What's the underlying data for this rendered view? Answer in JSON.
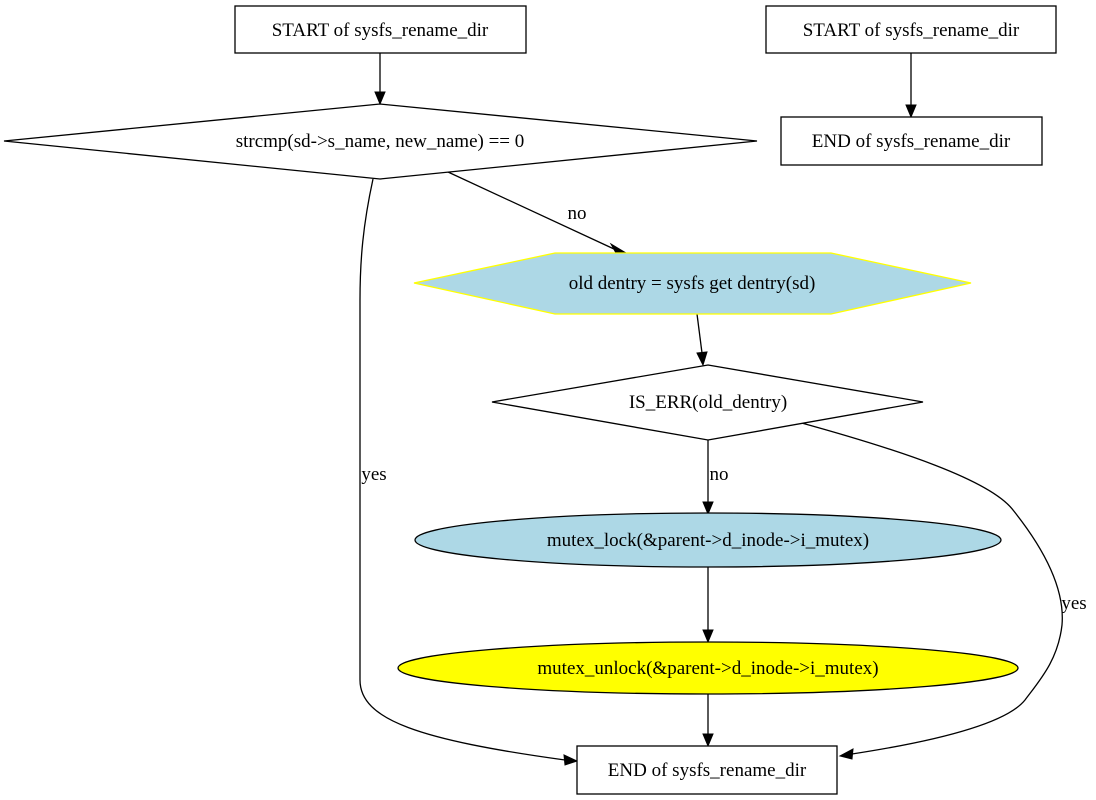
{
  "diagram": {
    "nodes": [
      {
        "id": "start_main",
        "label": "START of sysfs_rename_dir",
        "shape": "box",
        "fill": "#ffffff",
        "stroke": "#000000"
      },
      {
        "id": "cond_strcmp",
        "label": "strcmp(sd->s_name, new_name) == 0",
        "shape": "diamond",
        "fill": "#ffffff",
        "stroke": "#000000"
      },
      {
        "id": "old_dentry",
        "label": "old  dentry = sysfs  get  dentry(sd)",
        "shape": "hexagon",
        "fill": "#add8e6",
        "stroke": "#ffff00"
      },
      {
        "id": "cond_is_err",
        "label": "IS_ERR(old_dentry)",
        "shape": "diamond",
        "fill": "#ffffff",
        "stroke": "#000000"
      },
      {
        "id": "mutex_lock",
        "label": "mutex_lock(&parent->d_inode->i_mutex)",
        "shape": "ellipse",
        "fill": "#add8e6",
        "stroke": "#000000"
      },
      {
        "id": "mutex_unlock",
        "label": "mutex_unlock(&parent->d_inode->i_mutex)",
        "shape": "ellipse",
        "fill": "#ffff00",
        "stroke": "#000000"
      },
      {
        "id": "end_main",
        "label": "END of sysfs_rename_dir",
        "shape": "box",
        "fill": "#ffffff",
        "stroke": "#000000"
      },
      {
        "id": "start_second",
        "label": "START of sysfs_rename_dir",
        "shape": "box",
        "fill": "#ffffff",
        "stroke": "#000000"
      },
      {
        "id": "end_second",
        "label": "END of sysfs_rename_dir",
        "shape": "box",
        "fill": "#ffffff",
        "stroke": "#000000"
      }
    ],
    "edges": [
      {
        "id": "e1",
        "from": "start_main",
        "to": "cond_strcmp",
        "label": ""
      },
      {
        "id": "e2",
        "from": "cond_strcmp",
        "to": "old_dentry",
        "label": "no"
      },
      {
        "id": "e3",
        "from": "cond_strcmp",
        "to": "end_main",
        "label": "yes"
      },
      {
        "id": "e4",
        "from": "old_dentry",
        "to": "cond_is_err",
        "label": ""
      },
      {
        "id": "e5",
        "from": "cond_is_err",
        "to": "mutex_lock",
        "label": "no"
      },
      {
        "id": "e6",
        "from": "cond_is_err",
        "to": "end_main",
        "label": "yes"
      },
      {
        "id": "e7",
        "from": "mutex_lock",
        "to": "mutex_unlock",
        "label": ""
      },
      {
        "id": "e8",
        "from": "mutex_unlock",
        "to": "end_main",
        "label": ""
      },
      {
        "id": "e9",
        "from": "start_second",
        "to": "end_second",
        "label": ""
      }
    ]
  }
}
